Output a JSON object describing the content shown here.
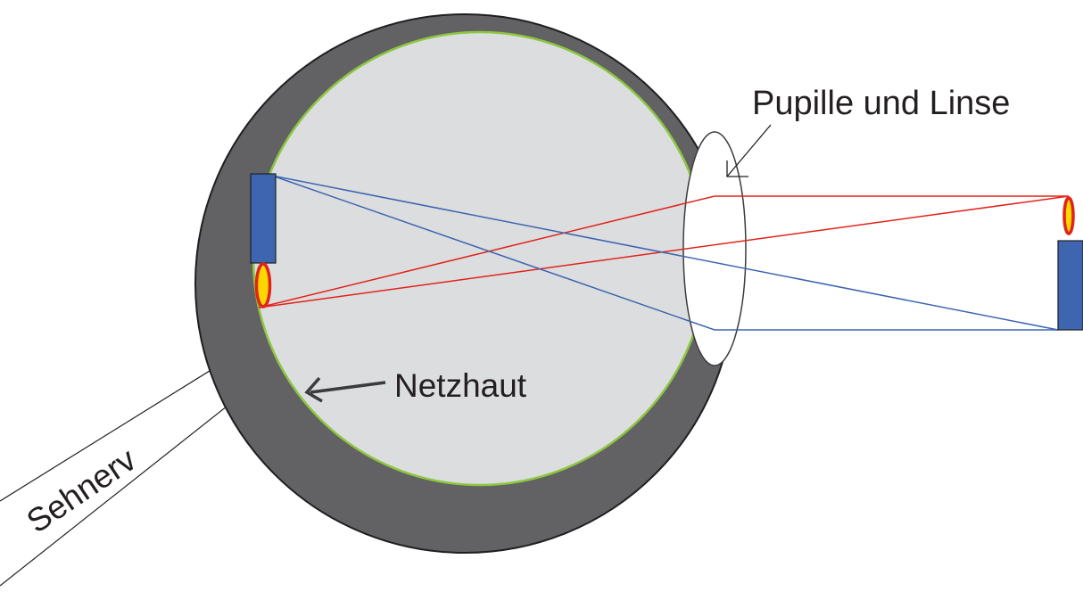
{
  "labels": {
    "pupil_lens": "Pupille und Linse",
    "retina": "Netzhaut",
    "optic_nerve": "Sehnerv"
  },
  "colors": {
    "sclera": "#626264",
    "sclera_outline": "#1f1f21",
    "vitreous": "#dcdddf",
    "retina_line": "#8dc63f",
    "lens_fill": "#ffffff",
    "lens_stroke": "#3c3c3e",
    "candle_body": "#3d65b0",
    "flame_outer": "#e2231a",
    "flame_inner": "#fdd700",
    "ray_red": "#e2231a",
    "ray_blue": "#3d65b0",
    "pointer_line": "#231f20",
    "text": "#231f20"
  },
  "icons": {
    "object": "upright-candle-icon",
    "image": "inverted-candle-image-icon"
  }
}
